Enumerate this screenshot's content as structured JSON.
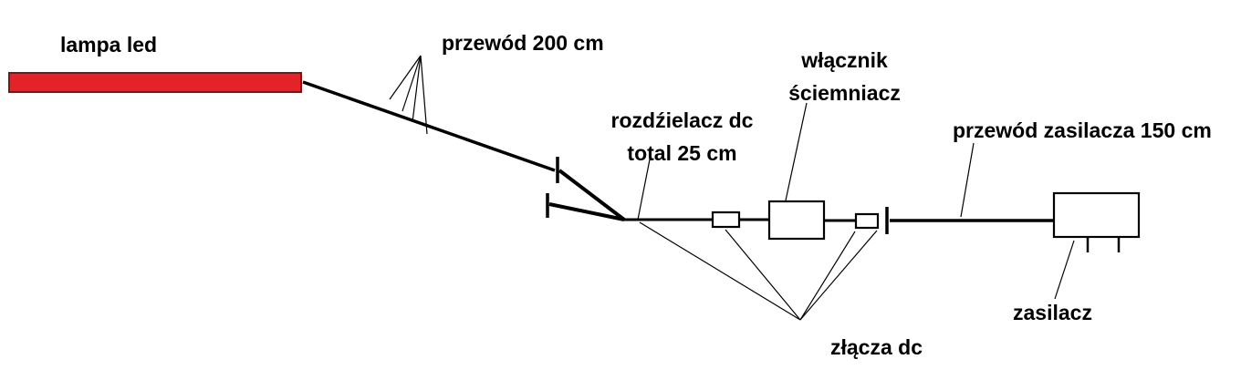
{
  "diagram": {
    "labels": {
      "lamp": "lampa led",
      "cable200": "przewód 200 cm",
      "splitter_line1": "rozdźielacz dc",
      "splitter_line2": "total 25 cm",
      "dimmer_line1": "włącznik",
      "dimmer_line2": "ściemniacz",
      "psu_cable": "przewód zasilacza 150 cm",
      "psu": "zasilacz",
      "dc_connectors": "złącza dc"
    },
    "colors": {
      "lamp_fill": "#e42328",
      "lamp_stroke": "#7e1416",
      "ink": "#000000",
      "background": "#ffffff"
    }
  }
}
